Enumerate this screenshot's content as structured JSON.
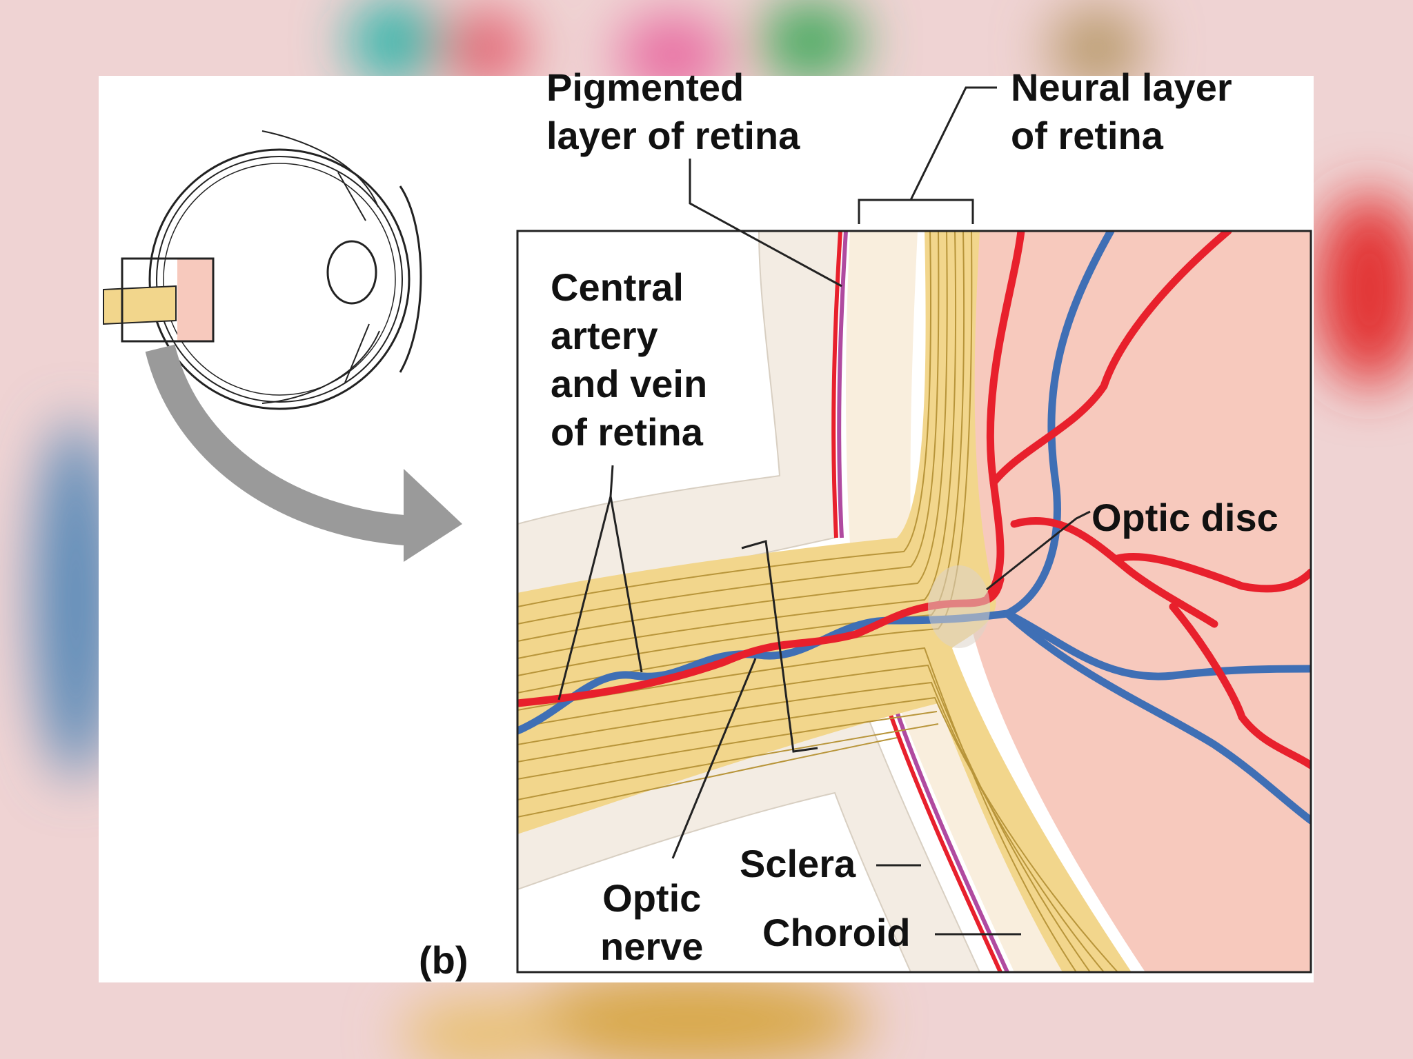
{
  "labels": {
    "pigmented_layer": "Pigmented\nlayer of retina",
    "neural_layer": "Neural layer\nof retina",
    "central_vessels": "Central\nartery\nand vein\nof retina",
    "optic_disc": "Optic disc",
    "sclera": "Sclera",
    "choroid": "Choroid",
    "optic_nerve": "Optic\nnerve",
    "panel": "(b)"
  },
  "colors": {
    "artery": "#e8202c",
    "vein": "#3f6fb5",
    "nerve_fibers": "#f2d68c",
    "retina_interior": "#f7c9bd",
    "sclera": "#f5eee6",
    "choroid": "#b04aa0",
    "arrow": "#9a9a9a"
  }
}
